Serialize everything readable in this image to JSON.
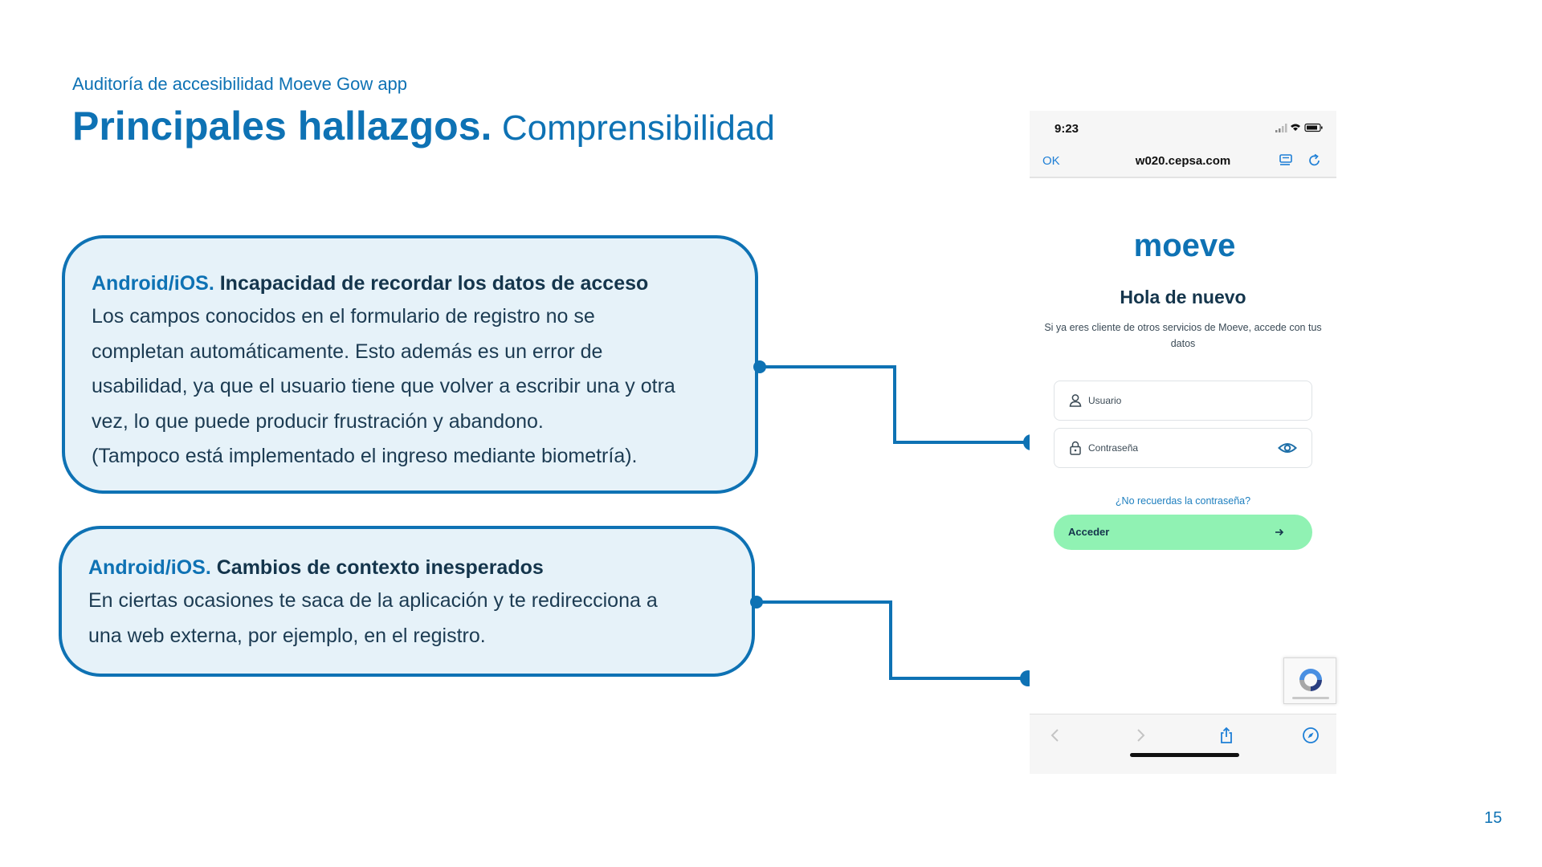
{
  "slide": {
    "eyebrow": "Auditoría de accesibilidad Moeve Gow app",
    "title_bold": "Principales hallazgos.",
    "title_light": "Comprensibilidad",
    "page_number": "15",
    "accent_color": "#0e72b4",
    "card_background": "#e6f2f9"
  },
  "findings": [
    {
      "platform": "Android/iOS.",
      "heading": "Incapacidad de recordar los datos de acceso",
      "lines": [
        "Los campos conocidos en el formulario de registro no se",
        "completan automáticamente. Esto además es un error de",
        "usabilidad, ya que el usuario tiene que volver a escribir una y otra",
        "vez, lo que puede producir frustración y abandono.",
        "(Tampoco está implementado el ingreso mediante biometría)."
      ]
    },
    {
      "platform": "Android/iOS.",
      "heading": "Cambios de contexto inesperados",
      "lines": [
        "En ciertas ocasiones te saca de la aplicación y te redirecciona a",
        "una web externa, por ejemplo, en el registro."
      ]
    }
  ],
  "phone": {
    "time": "9:23",
    "browser_ok": "OK",
    "url": "w020.cepsa.com",
    "brand": "moeve",
    "greeting": "Hola de nuevo",
    "subtitle": "Si ya eres cliente de otros servicios de Moeve, accede con tus datos",
    "username_placeholder": "Usuario",
    "password_placeholder": "Contraseña",
    "forgot_link": "¿No recuerdas la contraseña?",
    "login_button": "Acceder",
    "button_color": "#90f2b3",
    "toolbar_icons": [
      "back-icon",
      "forward-icon",
      "share-icon",
      "compass-icon"
    ]
  }
}
